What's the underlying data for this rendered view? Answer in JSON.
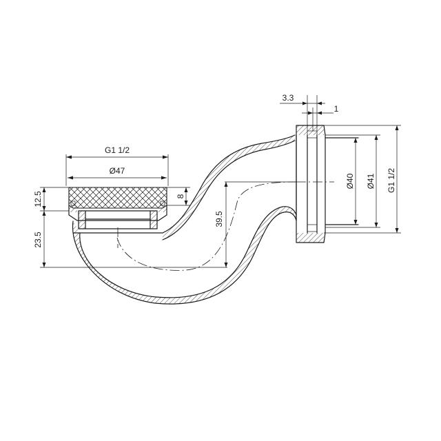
{
  "dimensions": {
    "top_thread": "G1 1/2",
    "top_diameter": "Ø47",
    "cap_height": "8",
    "top_offset": "12.5",
    "lower_offset": "23.5",
    "drop_height": "39.5",
    "outlet_inner": "Ø40",
    "outlet_outer": "Ø41",
    "outlet_thread": "G1 1/2",
    "nut_width": "3.3",
    "ring_width": "1"
  }
}
